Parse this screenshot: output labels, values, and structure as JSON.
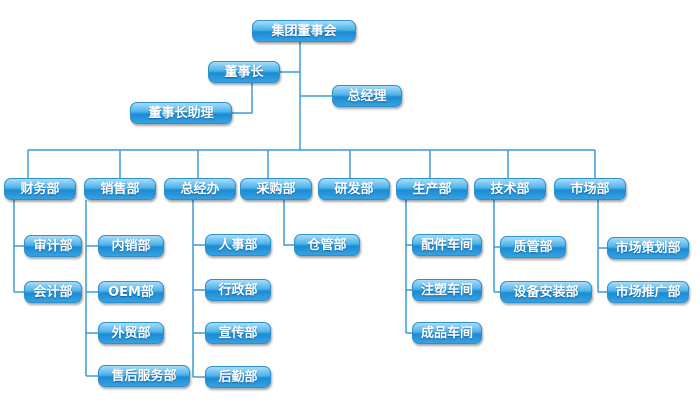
{
  "org": {
    "board": "集团董事会",
    "chairman": "董事长",
    "chairman_assistant": "董事长助理",
    "general_manager": "总经理",
    "departments": [
      {
        "name": "财务部",
        "subs": [
          "审计部",
          "会计部"
        ]
      },
      {
        "name": "销售部",
        "subs": [
          "内销部",
          "OEM部",
          "外贸部",
          "售后服务部"
        ]
      },
      {
        "name": "总经办",
        "subs": [
          "人事部",
          "行政部",
          "宣传部",
          "后勤部"
        ]
      },
      {
        "name": "采购部",
        "subs": [
          "仓管部"
        ]
      },
      {
        "name": "研发部",
        "subs": []
      },
      {
        "name": "生产部",
        "subs": [
          "配件车间",
          "注塑车间",
          "成品车间"
        ]
      },
      {
        "name": "技术部",
        "subs": [
          "质管部",
          "设备安装部"
        ]
      },
      {
        "name": "市场部",
        "subs": [
          "市场策划部",
          "市场推广部"
        ]
      }
    ]
  }
}
